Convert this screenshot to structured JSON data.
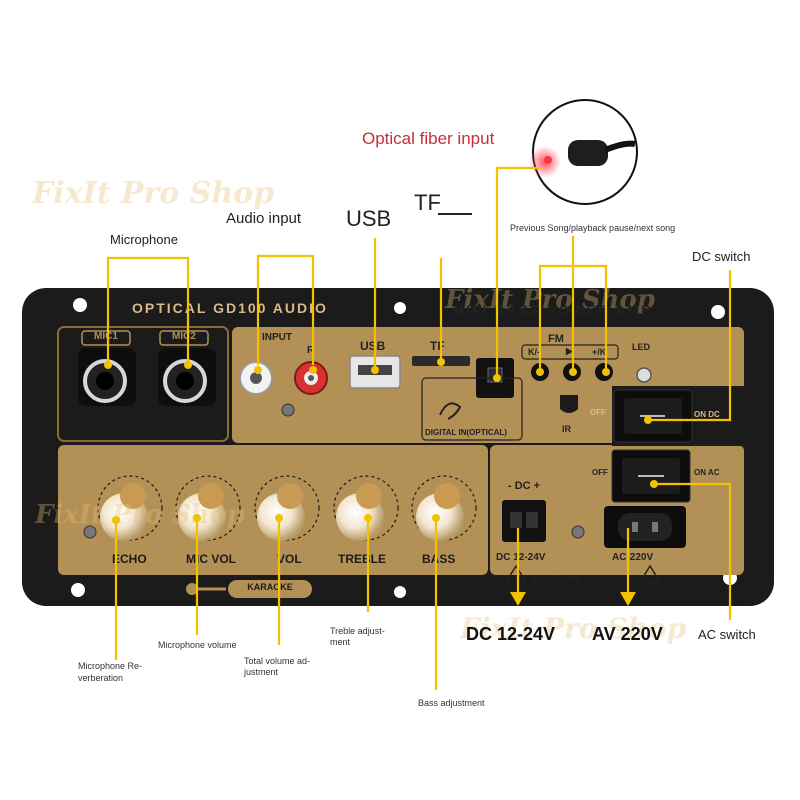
{
  "watermark": "FixIt Pro Shop",
  "board": {
    "top_left": "OPTICAL  GD100  AUDIO",
    "top_right": "HIFI  BASS  POWER  AMP",
    "mic1": "MIC1",
    "mic2": "MIC2",
    "input": "INPUT",
    "r": "R",
    "usb": "USB",
    "tf": "TF",
    "digital_in": "DIGITAL IN(OPTICAL)",
    "fm": "FM",
    "ir": "IR",
    "led": "LED",
    "btn_prev": "K/-",
    "btn_play": "▶",
    "btn_next": "+/K",
    "off1": "OFF",
    "on_dc": "ON  DC",
    "off2": "OFF",
    "on_ac": "ON  AC",
    "dc_polarity": "- DC +",
    "dc_range": "DC 12-24V",
    "ac_range": "AC-220V",
    "caution": "CAUTION",
    "caution_line1": "RISK OF ELECTRIC SHOCK",
    "caution_line2": "DO NOT OPEN",
    "karaoke": "KARAOKE",
    "knobs": [
      "ECHO",
      "MIC VOL",
      "VOL",
      "TREBLE",
      "BASS"
    ]
  },
  "annotations": {
    "microphone": "Microphone",
    "audio_input": "Audio input",
    "usb": "USB",
    "tf": "TF",
    "optical": "Optical fiber input",
    "prev_next": "Previous Song/playback pause/next song",
    "dc_switch": "DC switch",
    "mic_reverb_1": "Microphone Re-",
    "mic_reverb_2": "verberation",
    "mic_volume": "Microphone volume",
    "total_volume_1": "Total volume ad-",
    "total_volume_2": "justment",
    "treble_1": "Treble adjust-",
    "treble_2": "ment",
    "bass": "Bass adjustment",
    "dc_voltage": "DC 12-24V",
    "ac_voltage": "AV 220V",
    "ac_switch": "AC switch"
  },
  "colors": {
    "board": "#1b1b1b",
    "gold": "#b39156",
    "gold_dark": "#8a6a35",
    "gold_text": "#d9b98a",
    "leader": "#f2c200",
    "laser": "#e8343b"
  }
}
